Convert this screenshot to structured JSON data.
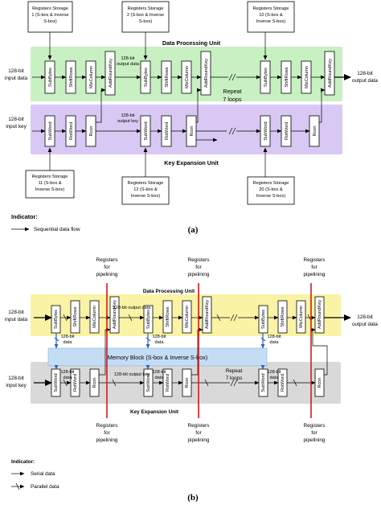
{
  "colors": {
    "data_band_a": "#c8f0c2",
    "key_band_a": "#d9c8f4",
    "data_band_b": "#faf3a6",
    "key_band_b": "#d9d9d9",
    "memory_block": "#c4ddf4",
    "serial_arrow": "#2a62c9",
    "pipeline_register": "#d21c1c"
  },
  "panel_a": {
    "caption": "(a)",
    "data_unit_title": "Data Processing Unit",
    "key_unit_title": "Key Expansion Unit",
    "input_data": [
      "128-bit",
      "input data"
    ],
    "input_key": [
      "128-bit",
      "input key"
    ],
    "output_data": [
      "128-bit",
      "output data"
    ],
    "output_data_mid": [
      "128-bit",
      "output data"
    ],
    "output_key_mid": [
      "128-bit",
      "output key"
    ],
    "repeat": [
      "Repeat",
      "7 loops"
    ],
    "storage_top": [
      [
        "Registers Storage",
        "1 (S-box & Inverse",
        "S-box)"
      ],
      [
        "Registers Storage",
        "2 (S-box & Inverse",
        "S-box)"
      ],
      [
        "Registers Storage",
        "10 (S-box &",
        "Inverse S-box)"
      ]
    ],
    "storage_bottom": [
      [
        "Registers Storage",
        "11 (S-box &",
        "Inverse S-box)"
      ],
      [
        "Registers Storage",
        "12 (S-box &",
        "Inverse S-box)"
      ],
      [
        "Registers Storage",
        "20 (S-box &",
        "Inverse S-box)"
      ]
    ],
    "data_blocks": [
      "SubBytes",
      "ShiftRows",
      "MixColumn",
      "AddRoundKey"
    ],
    "key_blocks": [
      "SubWord",
      "RotWord",
      "Rcon"
    ],
    "indicator_title": "Indicator:",
    "indicator_seq": "Sequential data flow"
  },
  "panel_b": {
    "caption": "(b)",
    "data_unit_title": "Data Processing Unit",
    "key_unit_title": "Key Expansion Unit",
    "memory_block": "Memory Block (S-box & Inverse S-box)",
    "input_data": [
      "128-bit",
      "input data"
    ],
    "input_key": [
      "128-bit",
      "input key"
    ],
    "output_data": [
      "128-bit",
      "output data"
    ],
    "output_data_mid": "128-bit output data",
    "output_key_mid": "128-bit output key",
    "repeat": [
      "Repeat",
      "7 loops"
    ],
    "bit_data": [
      "128-bit",
      "data"
    ],
    "registers_label": [
      "Registers",
      "for",
      "pipelining"
    ],
    "data_blocks": [
      "SubBytes",
      "ShiftRows",
      "MixColumn",
      "AddRoundKey"
    ],
    "key_blocks": [
      "SubWord",
      "RotWord",
      "Rcon"
    ],
    "indicator_title": "Indicator:",
    "indicator_serial": "Serial data",
    "indicator_parallel": "Parallel data"
  }
}
